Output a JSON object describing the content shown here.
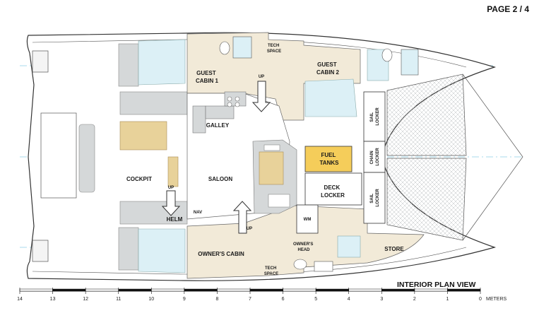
{
  "header": {
    "page_indicator": "PAGE 2 / 4"
  },
  "title": "INTERIOR PLAN VIEW",
  "rooms": {
    "guest_cabin_1": [
      "GUEST",
      "CABIN 1"
    ],
    "guest_cabin_2": [
      "GUEST",
      "CABIN 2"
    ],
    "tech_space_top": [
      "TECH",
      "SPACE"
    ],
    "tech_space_bottom": [
      "TECH",
      "SPACE"
    ],
    "galley": "GALLEY",
    "saloon": "SALOON",
    "cockpit": "COCKPIT",
    "helm": "HELM",
    "nav": "NAV",
    "owners_cabin": "OWNER'S CABIN",
    "owners_head": [
      "OWNER'S",
      "HEAD"
    ],
    "wm": "WM",
    "store": "STORE",
    "fuel_tanks": [
      "FUEL",
      "TANKS"
    ],
    "deck_locker": [
      "DECK",
      "LOCKER"
    ],
    "sail_locker_top": [
      "SAIL",
      "LOCKER"
    ],
    "sail_locker_bottom": [
      "SAIL",
      "LOCKER"
    ],
    "chain_locker": [
      "CHAIN",
      "LOCKER"
    ]
  },
  "stair_labels": [
    "UP",
    "UP",
    "UP"
  ],
  "scale": {
    "ticks": [
      "14",
      "13",
      "12",
      "11",
      "10",
      "9",
      "8",
      "7",
      "6",
      "5",
      "4",
      "3",
      "2",
      "1",
      "0"
    ],
    "unit": "METERS"
  },
  "colors": {
    "wood": "#f2ead8",
    "berth": "#dcf0f6",
    "gray": "#d5d8d9",
    "fuel": "#f5cd5a",
    "teak": "#e8d29a"
  }
}
